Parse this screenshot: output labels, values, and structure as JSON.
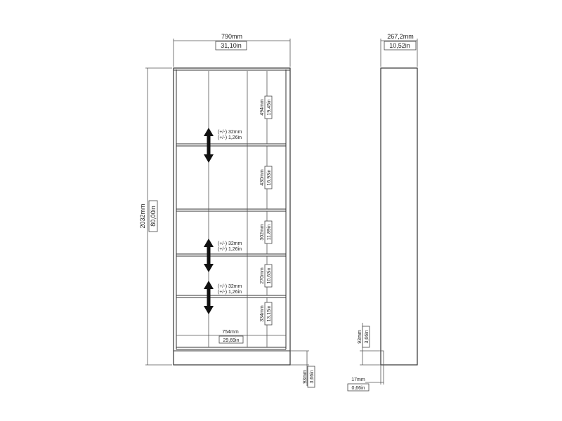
{
  "front": {
    "width_mm": "790mm",
    "width_in": "31,10in",
    "height_mm": "2032mm",
    "height_in": "80,00in",
    "inner_width_mm": "754mm",
    "inner_width_in": "29,69in",
    "plinth_mm": "93mm",
    "plinth_in": "3,66in",
    "compartments": [
      {
        "mm": "494mm",
        "in": "19,45in"
      },
      {
        "mm": "430mm",
        "in": "16,93in"
      },
      {
        "mm": "302mm",
        "in": "11,89in"
      },
      {
        "mm": "270mm",
        "in": "10,63in"
      },
      {
        "mm": "334mm",
        "in": "13,15in"
      }
    ],
    "adjust": [
      {
        "mm": "(+/-) 32mm",
        "in": "(+/-) 1,26in"
      },
      {
        "mm": "(+/-) 32mm",
        "in": "(+/-) 1,26in"
      },
      {
        "mm": "(+/-) 32mm",
        "in": "(+/-) 1,26in"
      }
    ]
  },
  "side": {
    "depth_mm": "267,2mm",
    "depth_in": "10,52in",
    "plinth_mm": "93mm",
    "plinth_in": "3,66in",
    "recess_mm": "17mm",
    "recess_in": "0,66in"
  },
  "colors": {
    "line": "#333333",
    "arrow": "#111111"
  }
}
